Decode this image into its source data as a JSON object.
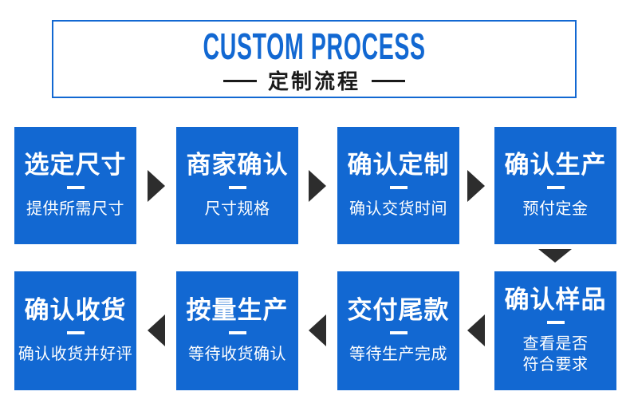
{
  "header": {
    "title": "CUSTOM PROCESS",
    "subtitle": "定制流程"
  },
  "colors": {
    "primary_blue": "#1268d2",
    "arrow_dark": "#2d2d2d",
    "text_white": "#ffffff",
    "subtitle_black": "#1a1a1a"
  },
  "steps": [
    {
      "title": "选定尺寸",
      "subtitle": "提供所需尺寸"
    },
    {
      "title": "商家确认",
      "subtitle": "尺寸规格"
    },
    {
      "title": "确认定制",
      "subtitle": "确认交货时间"
    },
    {
      "title": "确认生产",
      "subtitle": "预付定金"
    },
    {
      "title": "确认样品",
      "subtitle": "查看是否\n符合要求"
    },
    {
      "title": "交付尾款",
      "subtitle": "等待生产完成"
    },
    {
      "title": "按量生产",
      "subtitle": "等待收货确认"
    },
    {
      "title": "确认收货",
      "subtitle": "确认收货并好评"
    }
  ]
}
